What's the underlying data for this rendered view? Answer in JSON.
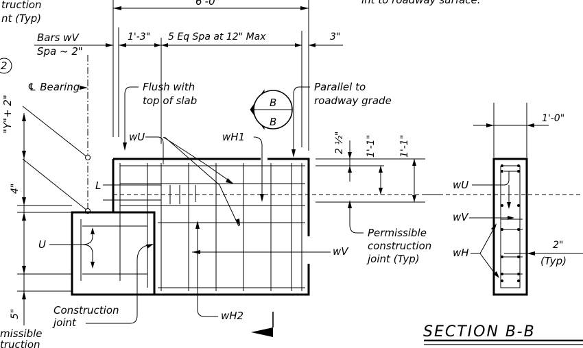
{
  "labels": {
    "top_left_1": "truction",
    "top_left_2": "nt (Typ)",
    "top_dim": "6'-0\"",
    "top_right_note": "int to roadway surface.",
    "bars_wv": "Bars wV",
    "spa_2": "Spa ~ 2\"",
    "dim_1_3": "1'-3\"",
    "dim_5eq": "5 Eq Spa at 12\" Max",
    "dim_3": "3\"",
    "circle_num": "2",
    "y_plus_2": "\"Y\"+ 2\"",
    "cl_bearing": "℄ Bearing",
    "flush_1": "Flush with",
    "flush_2": "top of slab",
    "section_marker": "B",
    "parallel_1": "Parallel to",
    "parallel_2": "roadway grade",
    "dim_1_0": "1'-0\"",
    "wU": "wU",
    "wH1": "wH1",
    "dim_2half": "2 ½\"",
    "dim_1_1a": "1'-1\"",
    "dim_1_1b": "1'-1\"",
    "dim_4": "4\"",
    "L": "L",
    "wU_right": "wU",
    "wV_right": "wV",
    "wH_right": "wH",
    "U": "U",
    "wV": "wV",
    "perm_1": "Permissible",
    "perm_2": "construction",
    "perm_3": "joint (Typ)",
    "dim_2": "2\"",
    "typ": "(Typ)",
    "const_1": "Construction",
    "const_2": "joint",
    "wH2": "wH2",
    "dim_5": "5\"",
    "missible": "missible",
    "struction": "truction",
    "section_title": "SECTION  B-B"
  }
}
